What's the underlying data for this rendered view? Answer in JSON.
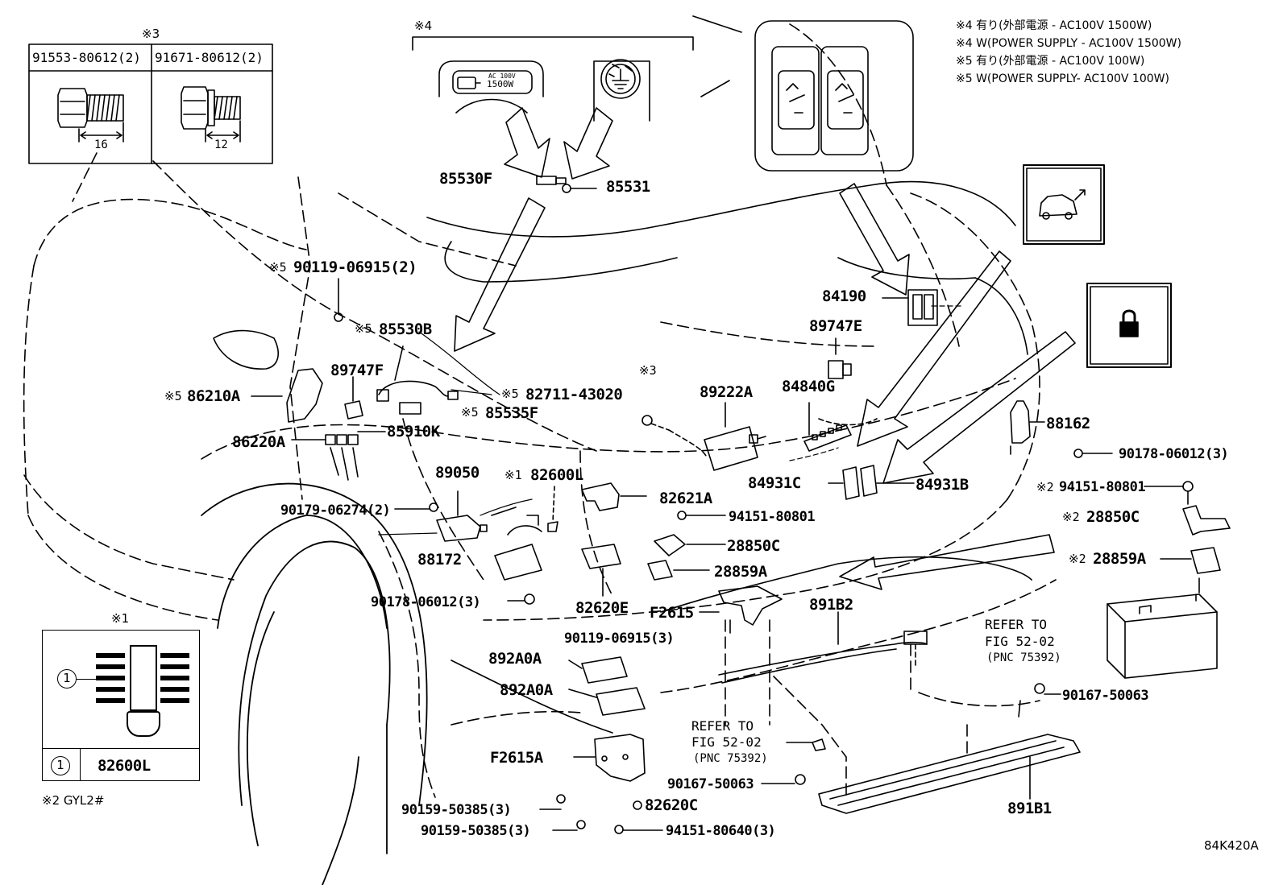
{
  "diagram": {
    "id_code": "84K420A",
    "notes": [
      "※4 有り(外部電源 - AC100V 1500W)",
      "※4 W(POWER SUPPLY - AC100V 1500W)",
      "※5 有り(外部電源 - AC100V 100W)",
      "※5  W(POWER SUPPLY- AC100V 100W)"
    ],
    "footnote_2": "※2 GYL2#",
    "inset3": {
      "marker": "※3",
      "part_a": "91553-80612(2)",
      "part_b": "91671-80612(2)",
      "dim_a": "16",
      "dim_b": "12"
    },
    "inset4": {
      "marker": "※4",
      "socket_text_1": "AC 100V",
      "socket_text_2": "1500W"
    },
    "inset1": {
      "marker": "※1",
      "circle_no": "1",
      "part": "82600L"
    },
    "labels": {
      "p85530F": "85530F",
      "p85531": "85531",
      "m5_a": "※5",
      "p90119_06915_2": "90119-06915(2)",
      "m5_b": "※5",
      "p85530B": "85530B",
      "m5_c": "※5",
      "p82711": "82711-43020",
      "m5_d": "※5",
      "p86210A": "86210A",
      "p89747F": "89747F",
      "m5_e": "※5",
      "p85535F": "85535F",
      "p86220A": "86220A",
      "p85910K": "85910K",
      "p89050": "89050",
      "m1": "※1",
      "p82600L": "82600L",
      "p82621A": "82621A",
      "p90179": "90179-06274(2)",
      "p88172": "88172",
      "p90178_a": "90178-06012(3)",
      "p94151_80801_a": "94151-80801",
      "p28850C_a": "28850C",
      "p28859A_a": "28859A",
      "p82620E": "82620E",
      "pF2615": "F2615",
      "p90119_06915_3": "90119-06915(3)",
      "p892A0A_1": "892A0A",
      "p892A0A_2": "892A0A",
      "pF2615A": "F2615A",
      "p90159_a": "90159-50385(3)",
      "p90159_b": "90159-50385(3)",
      "p82620C": "82620C",
      "p94151_80640": "94151-80640(3)",
      "p90167_a": "90167-50063",
      "refer_a_1": "REFER TO",
      "refer_a_2": "FIG 52-02",
      "refer_a_3": "(PNC 75392)",
      "p891B2": "891B2",
      "refer_b_1": "REFER TO",
      "refer_b_2": "FIG 52-02",
      "refer_b_3": "(PNC 75392)",
      "p891B1": "891B1",
      "p90167_b": "90167-50063",
      "m3": "※3",
      "p89222A": "89222A",
      "p84840G": "84840G",
      "p84190": "84190",
      "p89747E": "89747E",
      "p84931C": "84931C",
      "p84931B": "84931B",
      "p88162": "88162",
      "p90178_b": "90178-06012(3)",
      "m2_a": "※2",
      "p94151_80801_b": "94151-80801",
      "m2_b": "※2",
      "p28850C_b": "28850C",
      "m2_c": "※2",
      "p28859A_b": "28859A"
    },
    "icons": [
      "outlet-switch-icon",
      "ground-terminal-icon",
      "seat-switch-icon",
      "liftgate-icon",
      "lock-icon",
      "battery-icon",
      "arrow-icon"
    ]
  }
}
